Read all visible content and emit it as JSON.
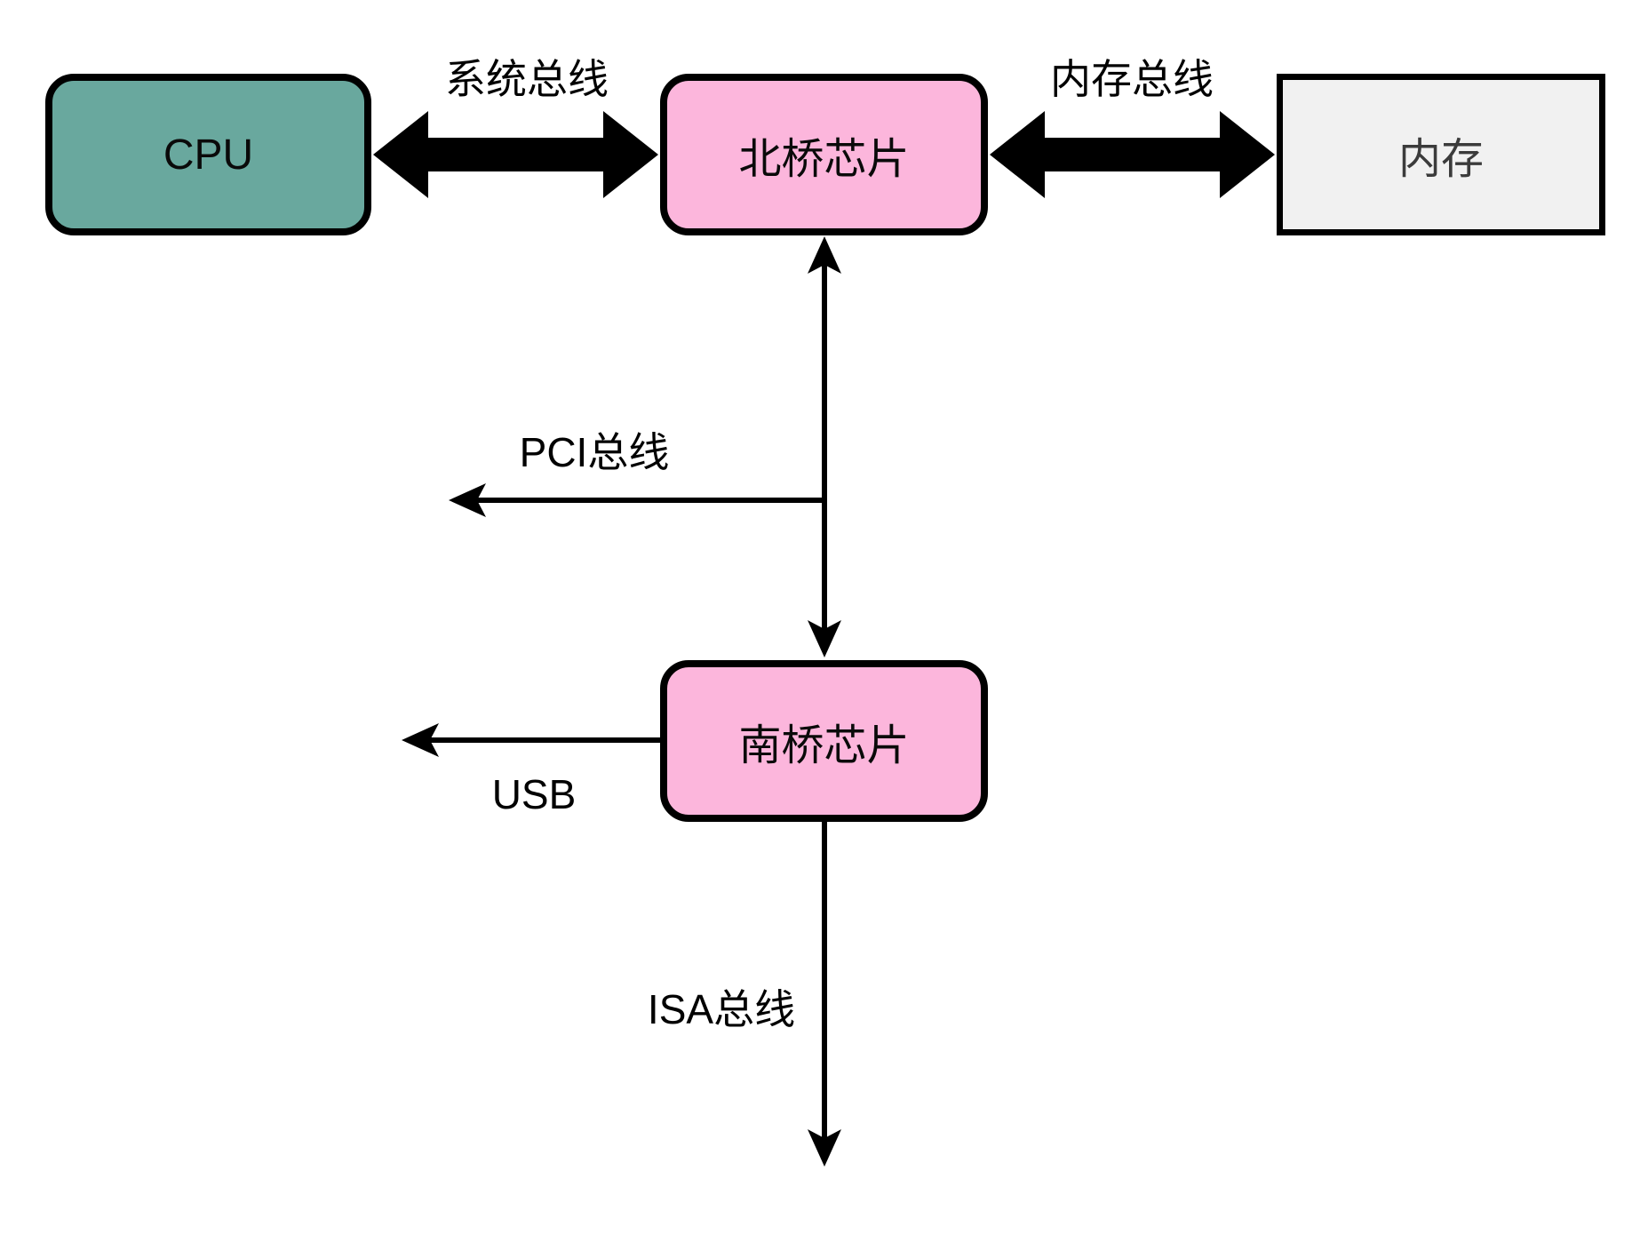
{
  "diagram": {
    "nodes": {
      "cpu": {
        "label": "CPU",
        "fill": "#69a89e",
        "shape": "rounded-rect"
      },
      "northbridge": {
        "label": "北桥芯片",
        "fill": "#fcb6dc",
        "shape": "rounded-rect"
      },
      "memory": {
        "label": "内存",
        "fill": "#f1f1f1",
        "shape": "rect",
        "text_color": "#3b3b3b"
      },
      "southbridge": {
        "label": "南桥芯片",
        "fill": "#fcb6dc",
        "shape": "rounded-rect"
      }
    },
    "buses": {
      "system_bus": {
        "label": "系统总线",
        "style": "thick-double-arrow",
        "connects": "CPU ↔ 北桥芯片"
      },
      "memory_bus": {
        "label": "内存总线",
        "style": "thick-double-arrow",
        "connects": "北桥芯片 ↔ 内存"
      },
      "bridge_link": {
        "style": "thin-double-arrow",
        "connects": "北桥芯片 ↕ 南桥芯片"
      },
      "pci_bus": {
        "label": "PCI总线",
        "style": "thin-arrow-left"
      },
      "usb": {
        "label": "USB",
        "style": "thin-arrow-left"
      },
      "isa_bus": {
        "label": "ISA总线",
        "style": "thin-arrow-down"
      }
    },
    "colors": {
      "background": "#ffffff",
      "line": "#000000",
      "node_border": "#000000",
      "teal": "#69a89e",
      "pink": "#fcb6dc",
      "light_gray": "#f1f1f1"
    }
  }
}
